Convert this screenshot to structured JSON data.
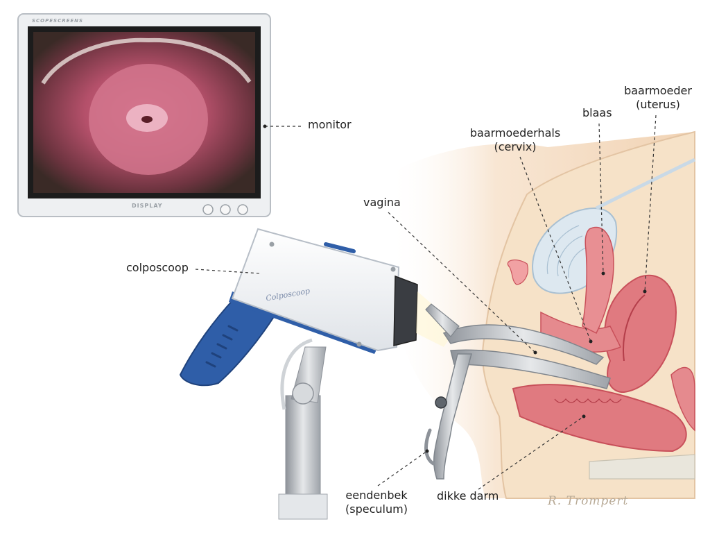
{
  "labels": {
    "monitor": "monitor",
    "colposcoop": "colposcoop",
    "vagina": "vagina",
    "cervix_line1": "baarmoederhals",
    "cervix_line2": "(cervix)",
    "blaas": "blaas",
    "uterus_line1": "baarmoeder",
    "uterus_line2": "(uterus)",
    "speculum_line1": "eendenbek",
    "speculum_line2": "(speculum)",
    "darm": "dikke darm"
  },
  "monitor": {
    "brand": "SCOPESCREENS",
    "display_label": "DISPLAY"
  },
  "device": {
    "script_label": "Colposcoop"
  },
  "signature": "R. Trompert",
  "colors": {
    "tissue": "#f6e2c8",
    "tissue_dark": "#e9c8a6",
    "organ": "#e07a80",
    "organ_dark": "#c8505a",
    "bladder": "#dbe7ef",
    "device_blue": "#2f5ea8",
    "metal": "#b8bcc2",
    "leader": "#333333"
  }
}
